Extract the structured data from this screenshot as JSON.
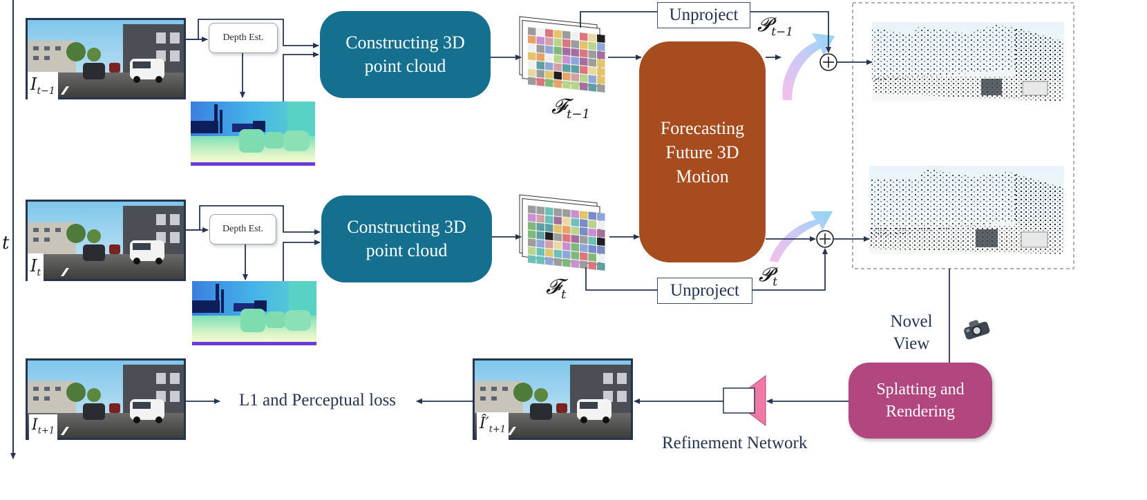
{
  "axis": {
    "label": "t"
  },
  "frames": [
    {
      "name": "frame-prev",
      "label": "I",
      "sub": "t−1"
    },
    {
      "name": "frame-curr",
      "label": "I",
      "sub": "t"
    },
    {
      "name": "frame-next",
      "label": "I",
      "sub": "t+1"
    },
    {
      "name": "frame-pred",
      "label": "Î′",
      "sub": "t+1"
    }
  ],
  "depth_est_label": "Depth Est.",
  "construct_label_line1": "Constructing 3D",
  "construct_label_line2": "point cloud",
  "features": {
    "prev": "𝓕",
    "prev_sub": "t−1",
    "curr": "𝓕",
    "curr_sub": "t"
  },
  "forecast_line1": "Forecasting",
  "forecast_line2": "Future 3D",
  "forecast_line3": "Motion",
  "unproject_label": "Unproject",
  "points": {
    "prev": "𝓟",
    "prev_sub": "t−1",
    "curr": "𝓟",
    "curr_sub": "t"
  },
  "plus_symbol": "+",
  "novel_view_line1": "Novel",
  "novel_view_line2": "View",
  "splat_line1": "Splatting and",
  "splat_line2": "Rendering",
  "refinement_label": "Refinement Network",
  "loss_label": "L1 and Perceptual loss",
  "colors": {
    "arrow": "#25344f",
    "construct_box": "#15708f",
    "forecast_box": "#a64c1f",
    "splat_box": "#b2467e",
    "refine_trapezoid": "#f07aa6"
  }
}
